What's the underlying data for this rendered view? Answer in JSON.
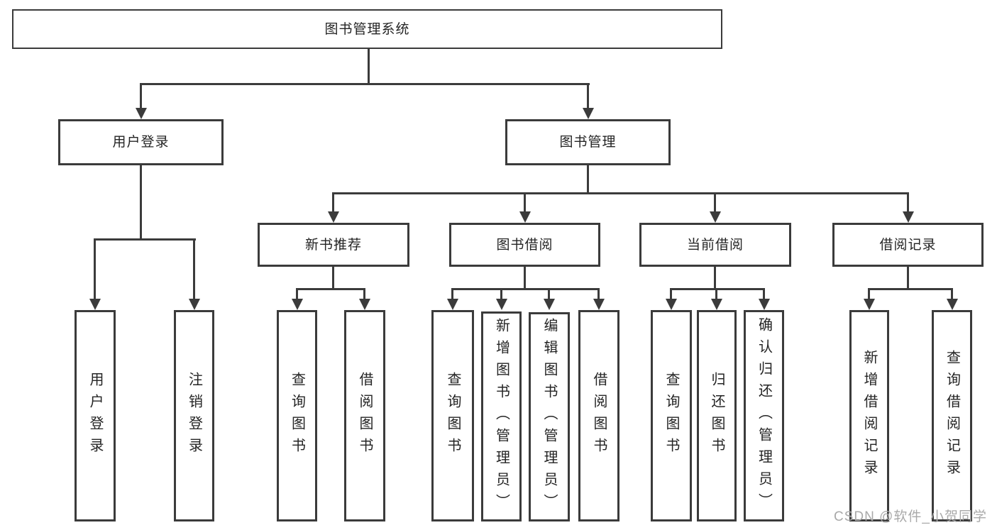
{
  "nodes": {
    "root": "图书管理系统",
    "level2": [
      "用户登录",
      "图书管理"
    ],
    "level3": [
      "新书推荐",
      "图书借阅",
      "当前借阅",
      "借阅记录"
    ],
    "leaves": [
      "用户登录",
      "注销登录",
      "查询图书",
      "借阅图书",
      "查询图书",
      "新增图书（管理员）",
      "编辑图书（管理员）",
      "借阅图书",
      "查询图书",
      "归还图书",
      "确认归还（管理员）",
      "新增借阅记录",
      "查询借阅记录"
    ]
  },
  "watermark": "CSDN @软件_小贺同学",
  "colors": {
    "line": "#3b3b3b",
    "text": "#242424",
    "watermark": "#a9a9a9",
    "background": "#ffffff"
  }
}
